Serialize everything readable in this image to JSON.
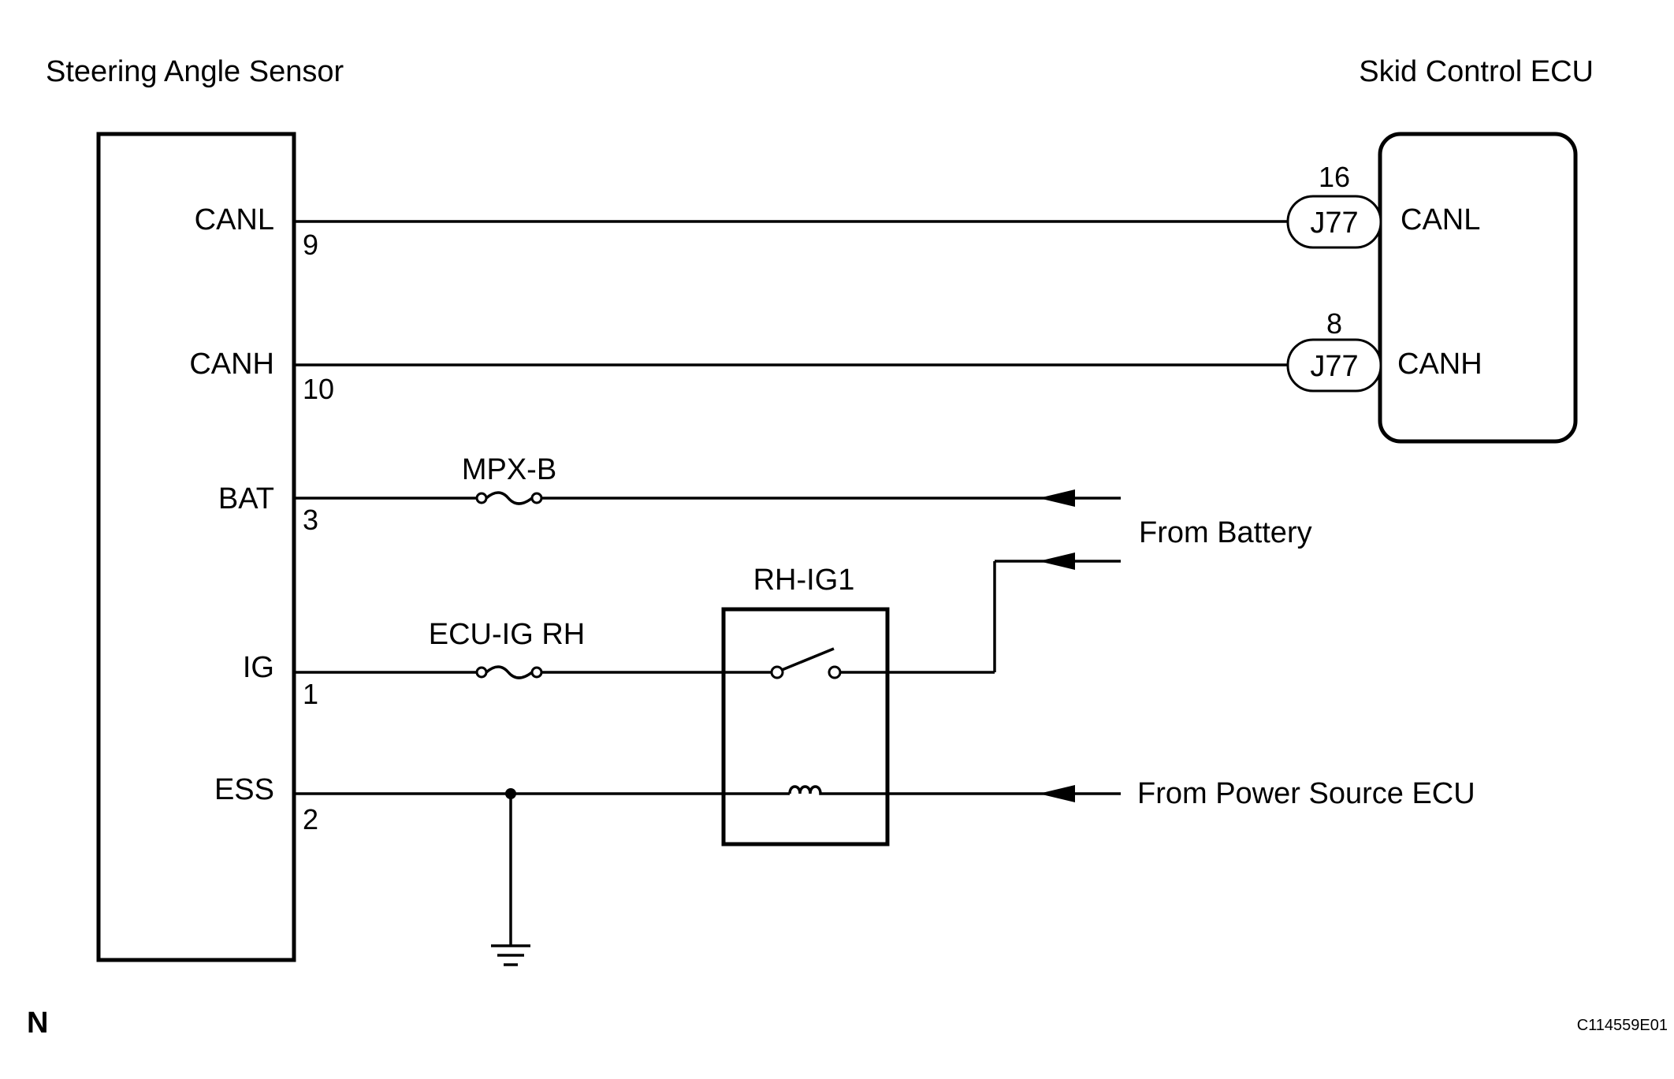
{
  "components": {
    "sensor": {
      "title": "Steering Angle Sensor"
    },
    "ecu": {
      "title": "Skid Control ECU"
    },
    "relay": {
      "label": "RH-IG1"
    }
  },
  "terminals": {
    "sensor_canl": {
      "name": "CANL",
      "pin": "9"
    },
    "sensor_canh": {
      "name": "CANH",
      "pin": "10"
    },
    "sensor_bat": {
      "name": "BAT",
      "pin": "3"
    },
    "sensor_ig": {
      "name": "IG",
      "pin": "1"
    },
    "sensor_ess": {
      "name": "ESS",
      "pin": "2"
    },
    "ecu_canl": {
      "name": "CANL",
      "pin": "16",
      "connector": "J77"
    },
    "ecu_canh": {
      "name": "CANH",
      "pin": "8",
      "connector": "J77"
    }
  },
  "fuses": {
    "mpx_b": "MPX-B",
    "ecu_ig_rh": "ECU-IG RH"
  },
  "sources": {
    "battery": "From Battery",
    "power_source_ecu": "From Power Source ECU"
  },
  "footer": {
    "left_mark": "N",
    "figure_code": "C114559E01"
  }
}
